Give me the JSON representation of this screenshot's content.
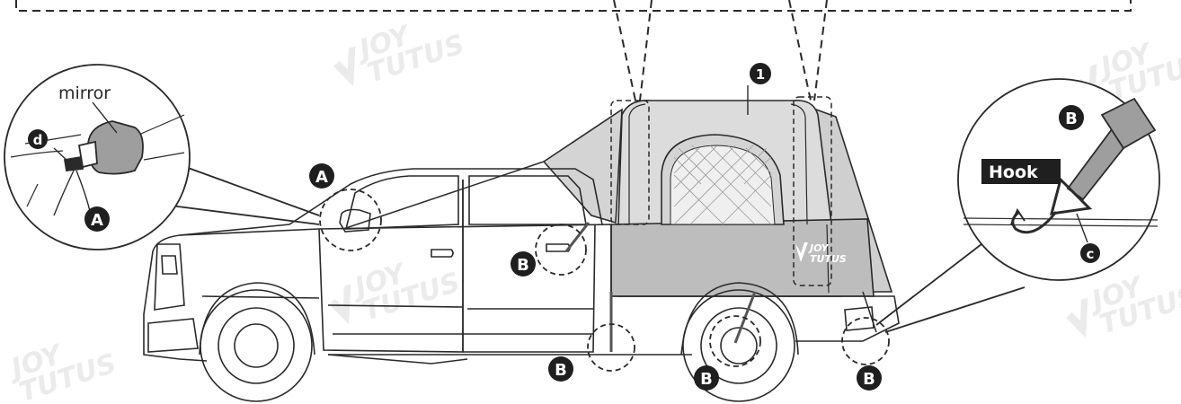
{
  "labels": {
    "mirror": "mirror",
    "hook": "Hook",
    "part_1": "1",
    "part_a": "A",
    "part_b": "B",
    "part_c": "c",
    "part_d": "d"
  },
  "brand": {
    "line1": "JOY",
    "line2": "TUTUS"
  },
  "colors": {
    "tent_fill": "#d9d9d9",
    "tent_panel": "#bdbdbd",
    "line": "#2a2a2a",
    "badge": "#1f1f1f",
    "hook_label_bg": "#1f1f1f",
    "watermark": "#e9e9e9"
  }
}
